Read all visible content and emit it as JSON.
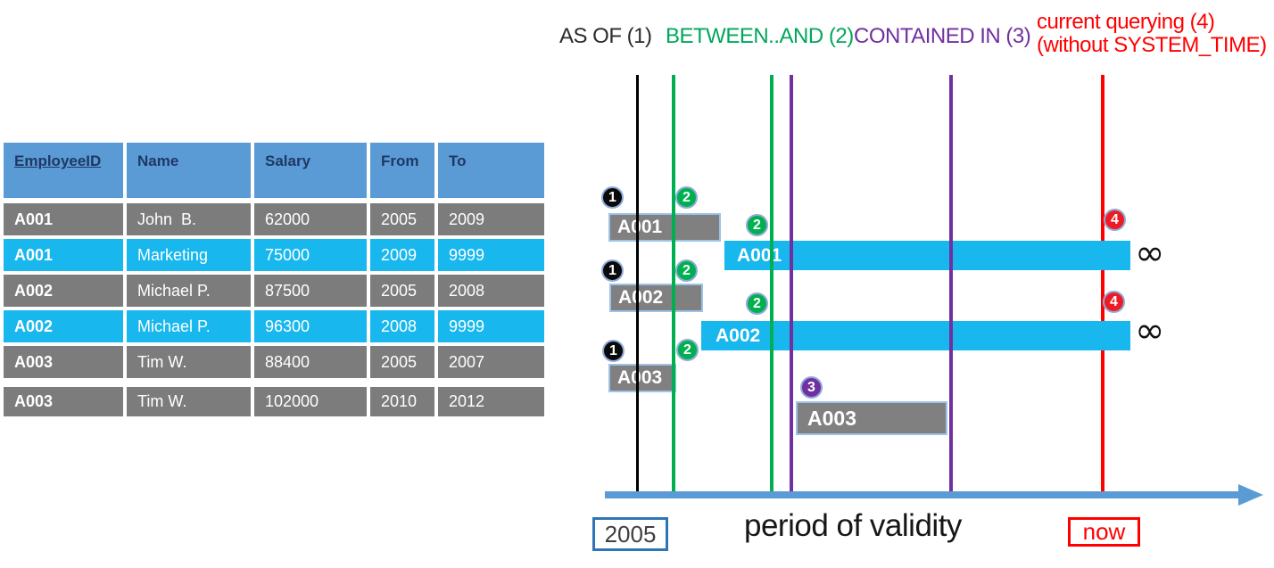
{
  "table": {
    "headers": [
      "EmployeeID",
      "Name",
      "Salary",
      "From",
      "To"
    ],
    "rows": [
      {
        "cells": [
          "A001",
          "John  B.",
          "62000",
          "2005",
          "2009"
        ],
        "highlight": false
      },
      {
        "cells": [
          "A001",
          "Marketing",
          "75000",
          "2009",
          "9999"
        ],
        "highlight": true
      },
      {
        "cells": [
          "A002",
          "Michael P.",
          "87500",
          "2005",
          "2008"
        ],
        "highlight": false
      },
      {
        "cells": [
          "A002",
          "Michael P.",
          "96300",
          "2008",
          "9999"
        ],
        "highlight": true
      },
      {
        "cells": [
          "A003",
          "Tim W.",
          "88400",
          "2005",
          "2007"
        ],
        "highlight": false
      },
      {
        "cells": [
          "A003",
          "Tim W.",
          "102000",
          "2010",
          "2012"
        ],
        "highlight": false
      }
    ]
  },
  "legend": {
    "as_of": "AS OF (1)",
    "between_and": "BETWEEN..AND (2)",
    "contained_in": "CONTAINED IN (3)",
    "current_line1": "current querying (4)",
    "current_line2": "(without SYSTEM_TIME)"
  },
  "timeline": {
    "bars": [
      {
        "label": "A001",
        "type": "gray"
      },
      {
        "label": "A001",
        "type": "cyan-open-ended"
      },
      {
        "label": "A002",
        "type": "gray"
      },
      {
        "label": "A002",
        "type": "cyan-open-ended"
      },
      {
        "label": "A003",
        "type": "gray"
      },
      {
        "label": "A003",
        "type": "gray"
      }
    ],
    "badges": [
      {
        "number": "1",
        "color": "black"
      },
      {
        "number": "2",
        "color": "green"
      },
      {
        "number": "2",
        "color": "green"
      },
      {
        "number": "1",
        "color": "black"
      },
      {
        "number": "2",
        "color": "green"
      },
      {
        "number": "2",
        "color": "green"
      },
      {
        "number": "1",
        "color": "black"
      },
      {
        "number": "2",
        "color": "green"
      },
      {
        "number": "3",
        "color": "purple"
      },
      {
        "number": "4",
        "color": "red"
      },
      {
        "number": "4",
        "color": "red"
      }
    ],
    "infinity": "∞",
    "axis_label": "period of validity",
    "start_label": "2005",
    "now_label": "now"
  },
  "colors": {
    "header_blue": "#5B9BD5",
    "header_text": "#1F3864",
    "row_gray": "#7C7C7C",
    "highlight_cyan": "#18B7EE",
    "bar_gray": "#808080",
    "bar_border": "#9DC3E6",
    "green": "#00B050",
    "text_green": "#00A75B",
    "purple": "#7030A0",
    "red": "#FF0000",
    "axis_blue": "#5B9BD5",
    "badge_ring": "#8FAADC"
  }
}
